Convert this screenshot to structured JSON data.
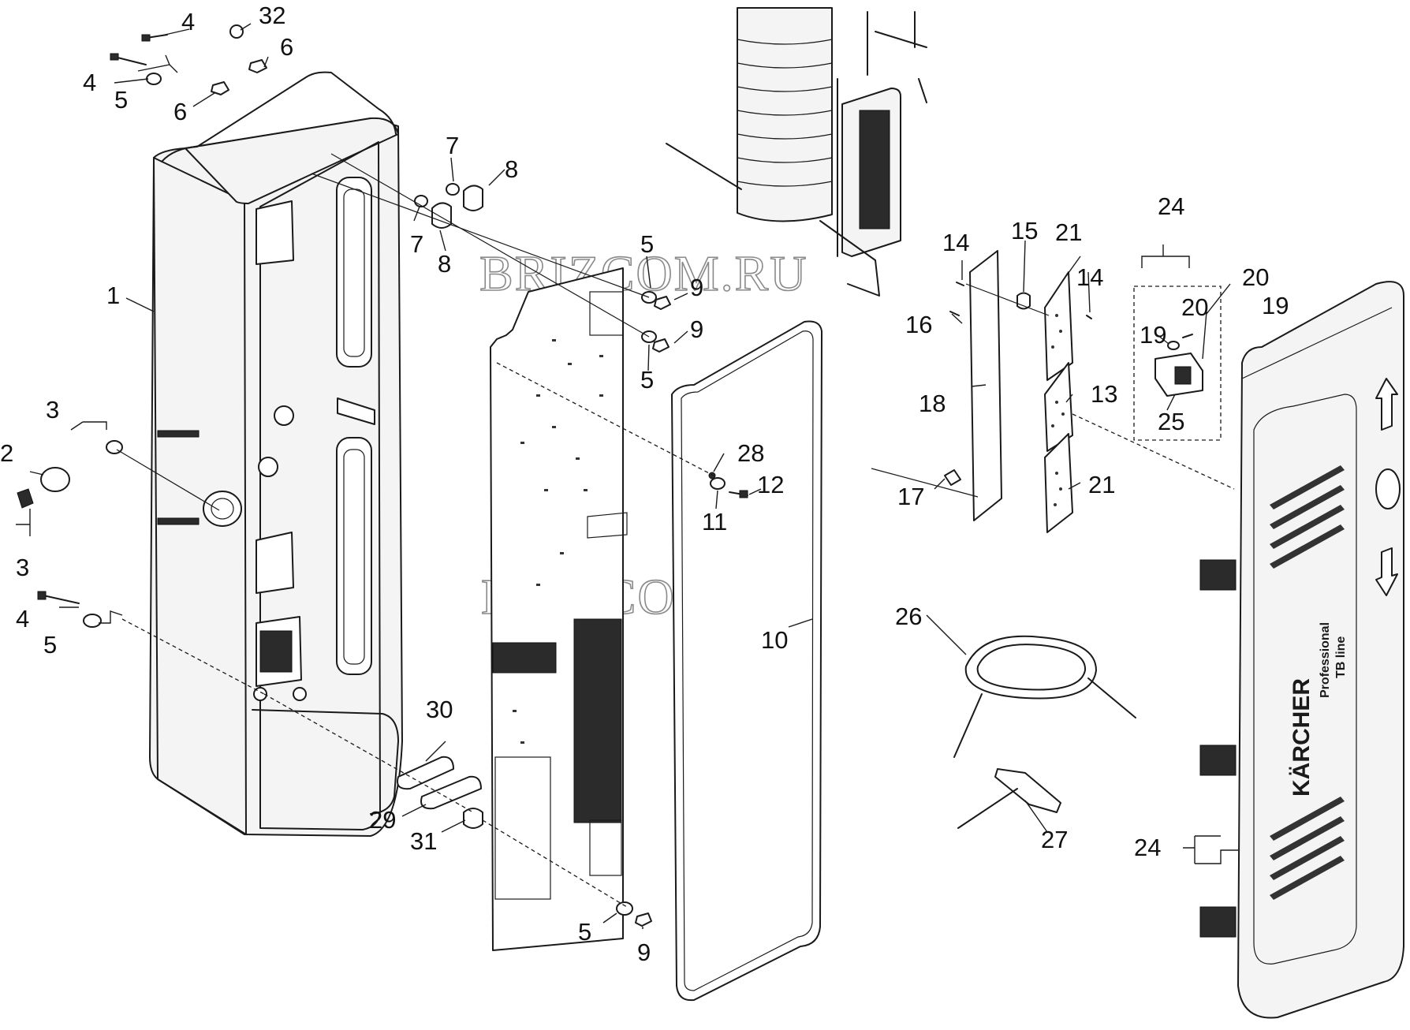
{
  "watermark": {
    "text": "BRIZCOM.RU"
  },
  "panel_branding": {
    "logo": "KÄRCHER",
    "line1": "Professional",
    "line2": "TB line"
  },
  "callouts": {
    "c1": "1",
    "c2": "2",
    "c3a": "3",
    "c3b": "3",
    "c4a": "4",
    "c4b": "4",
    "c4c": "4",
    "c5a": "5",
    "c5b": "5",
    "c5c": "5",
    "c5d": "5",
    "c5e": "5",
    "c6a": "6",
    "c6b": "6",
    "c7a": "7",
    "c7b": "7",
    "c8a": "8",
    "c8b": "8",
    "c9a": "9",
    "c9b": "9",
    "c9c": "9",
    "c10": "10",
    "c11": "11",
    "c12": "12",
    "c13": "13",
    "c14a": "14",
    "c14b": "14",
    "c15": "15",
    "c16": "16",
    "c17": "17",
    "c18": "18",
    "c19a": "19",
    "c19b": "19",
    "c20a": "20",
    "c20b": "20",
    "c21a": "21",
    "c21b": "21",
    "c24a": "24",
    "c24b": "24",
    "c25": "25",
    "c26": "26",
    "c27": "27",
    "c28": "28",
    "c29": "29",
    "c30": "30",
    "c31": "31",
    "c32": "32"
  }
}
